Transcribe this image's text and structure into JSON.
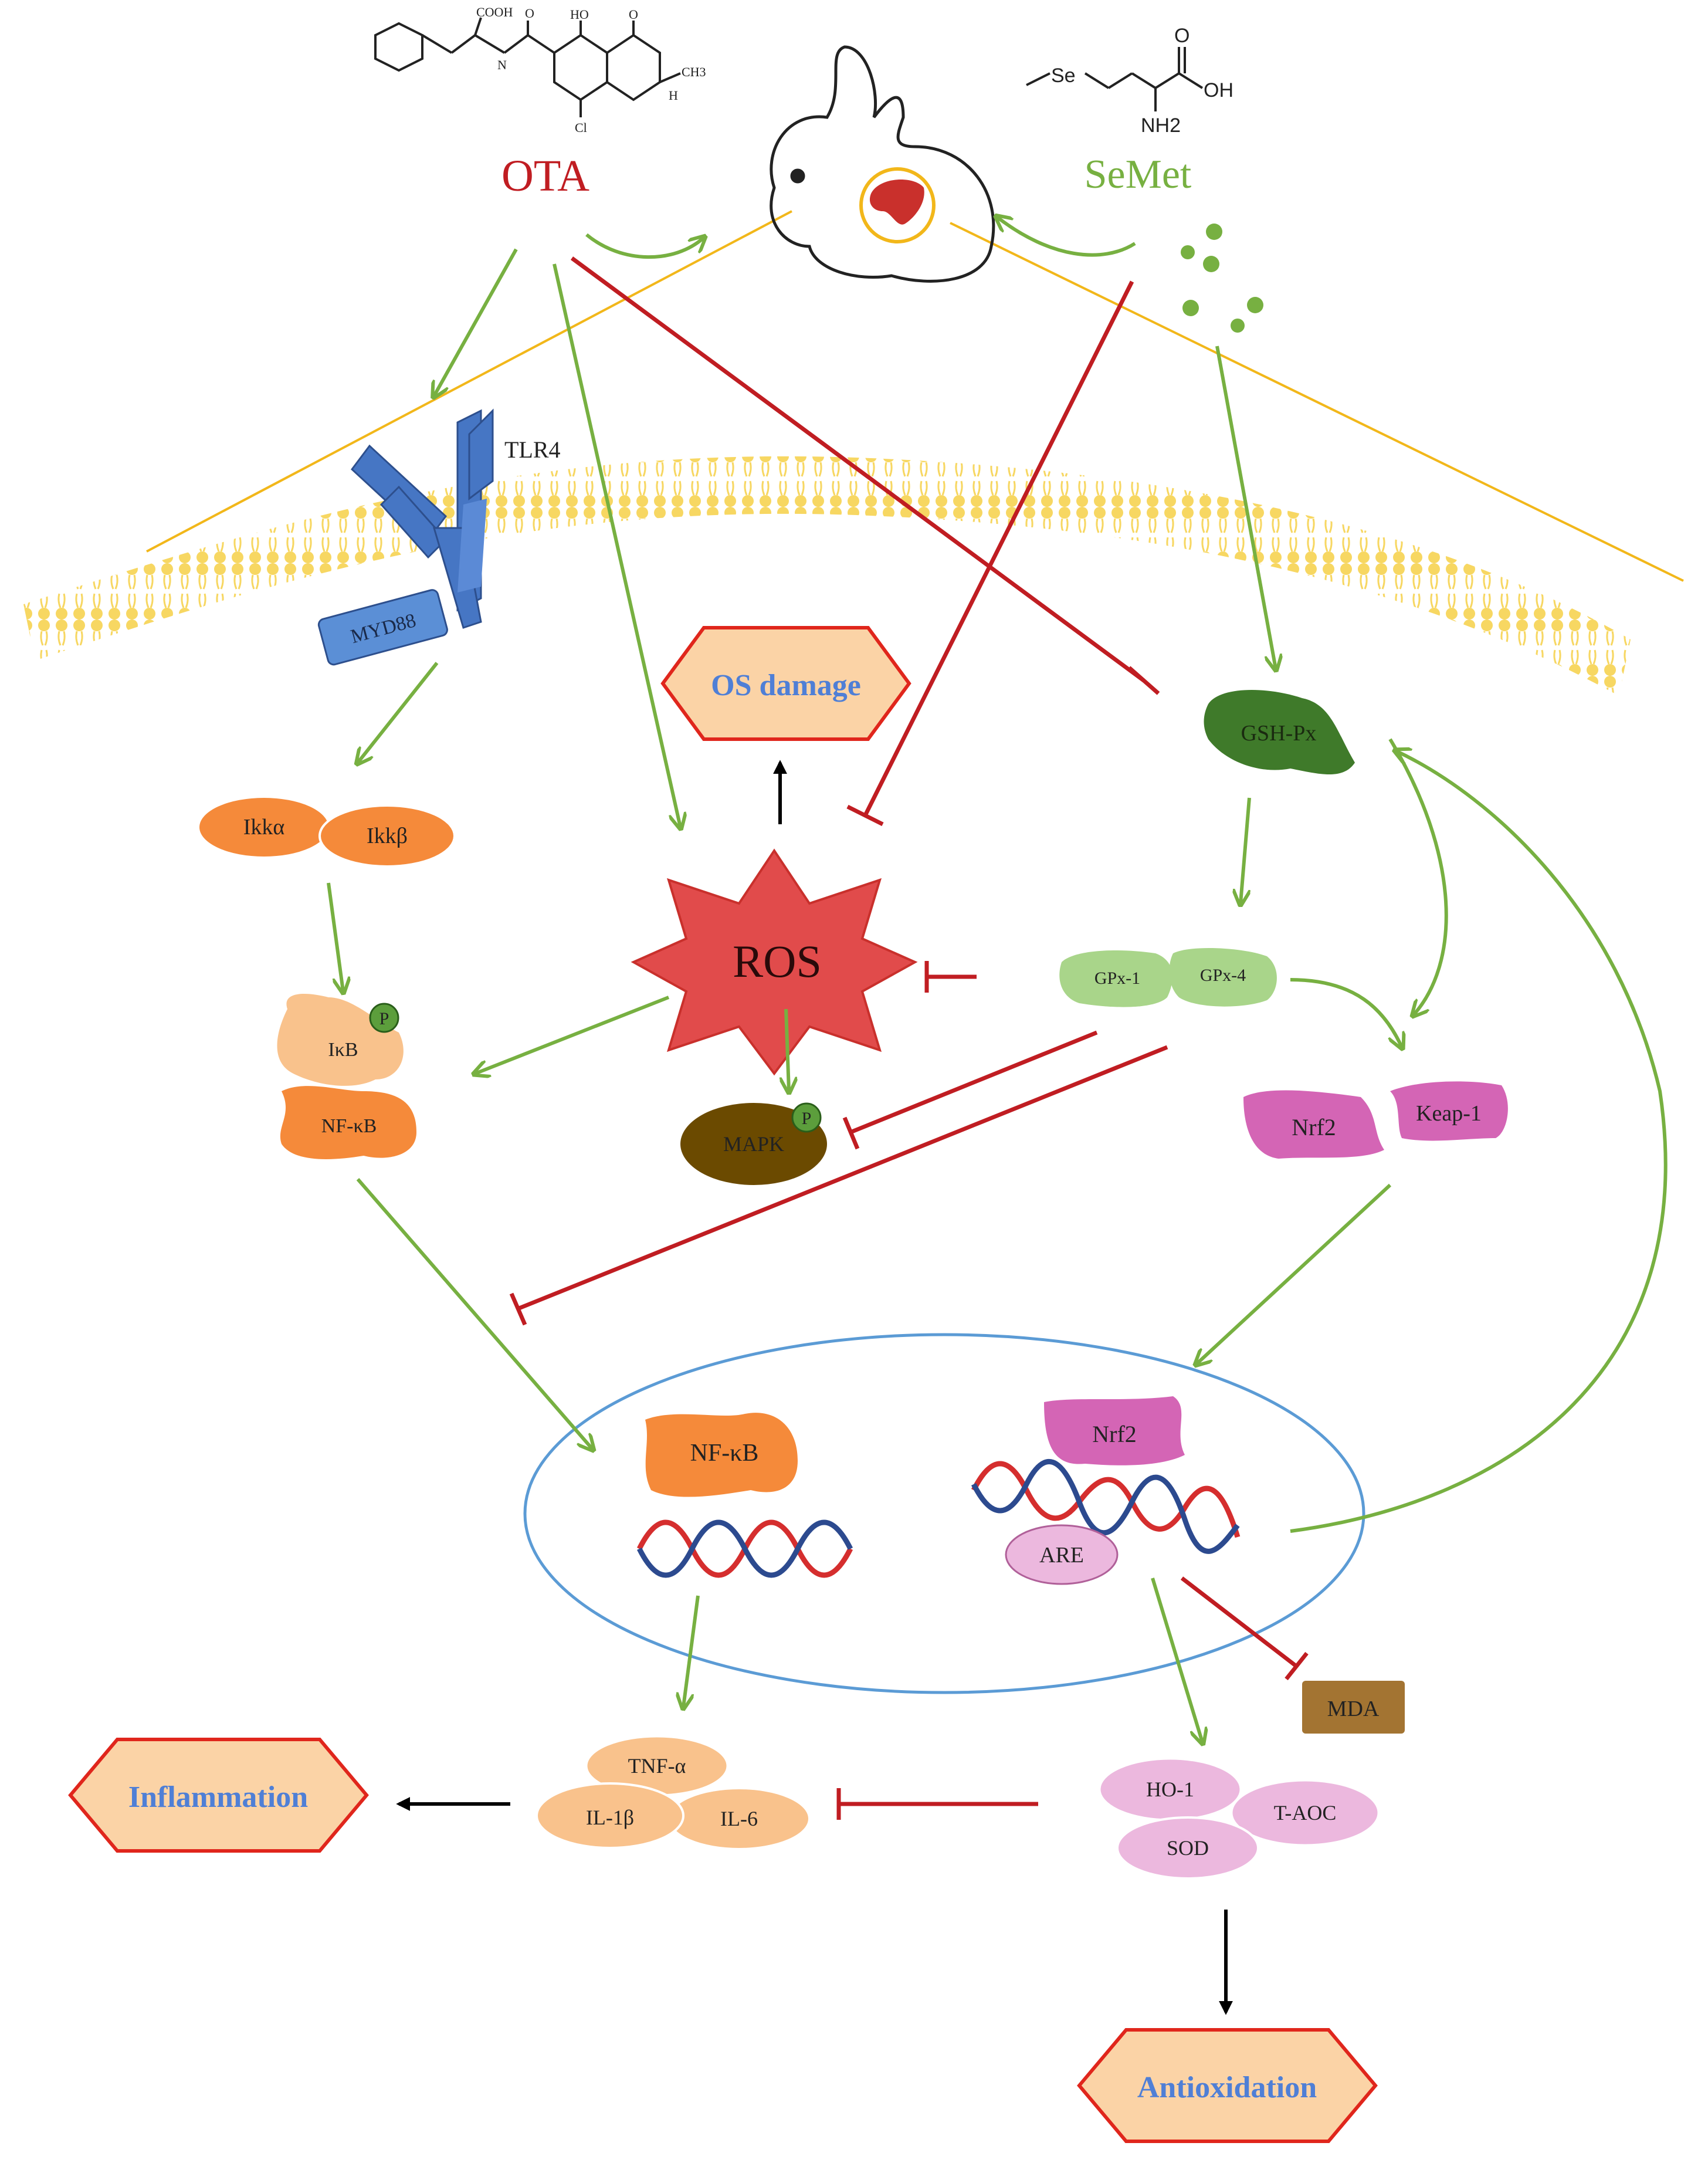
{
  "title": "",
  "colors": {
    "activate": "#77b041",
    "inhibit": "#c01d22",
    "membrane": "#f7d55a",
    "orange": "#f58a3a",
    "ros": "#e14b4b",
    "pink": "#d465b5",
    "light_pink": "#ecb8de",
    "peach": "#f9c28c",
    "gsh": "#3f7a2a",
    "gpx": "#a9d58a",
    "mapk": "#6b4a00",
    "mda": "#a37432",
    "tlr4": "#4676c4",
    "outcome_fill": "#fbd3a6",
    "outcome_stroke": "#e0261c",
    "nucleus": "#5b9bd5",
    "dna_red": "#d52e2e",
    "dna_blue": "#2c4a8f"
  },
  "compounds": {
    "ota": {
      "label": "OTA",
      "color": "#c01d22"
    },
    "semet": {
      "label": "SeMet",
      "color": "#77b041"
    },
    "ota_structure": {
      "cooh": "COOH",
      "ho": "HO",
      "o": "O",
      "nh": "N",
      "h": "H",
      "ch3": "CH3",
      "cl": "Cl"
    },
    "semet_structure": {
      "se": "Se",
      "o": "O",
      "oh": "OH",
      "nh2": "NH2"
    }
  },
  "receptor": {
    "tlr4": "TLR4",
    "myd88": "MYD88"
  },
  "nodes": {
    "ikka": "Ikkα",
    "ikkb": "Ikkβ",
    "ikb": "IκB",
    "nfkb_cyto": "NF-κB",
    "p_ikb": "P",
    "ros": "ROS",
    "mapk": "MAPK",
    "p_mapk": "P",
    "gsh_px": "GSH-Px",
    "gpx1": "GPx-1",
    "gpx4": "GPx-4",
    "nrf2_cyto": "Nrf2",
    "keap1": "Keap-1",
    "nfkb_nuc": "NF-κB",
    "nrf2_nuc": "Nrf2",
    "are": "ARE",
    "mda": "MDA",
    "tnfa": "TNF-α",
    "il1b": "IL-1β",
    "il6": "IL-6",
    "ho1": "HO-1",
    "t_aoc": "T-AOC",
    "sod": "SOD"
  },
  "outcomes": {
    "os_damage": "OS damage",
    "inflammation": "Inflammation",
    "antioxidation": "Antioxidation"
  },
  "edges": [
    {
      "from": "OTA",
      "to": "TLR4",
      "type": "activate"
    },
    {
      "from": "OTA",
      "to": "ROS",
      "type": "activate"
    },
    {
      "from": "OTA",
      "to": "GSH-Px",
      "type": "inhibit"
    },
    {
      "from": "SeMet",
      "to": "ROS",
      "type": "inhibit"
    },
    {
      "from": "SeMet",
      "to": "GSH-Px",
      "type": "activate"
    },
    {
      "from": "MYD88",
      "to": "Ikkα/Ikkβ",
      "type": "activate"
    },
    {
      "from": "Ikkα/Ikkβ",
      "to": "IκB",
      "type": "activate"
    },
    {
      "from": "ROS",
      "to": "IκB/NF-κB",
      "type": "activate"
    },
    {
      "from": "ROS",
      "to": "MAPK",
      "type": "activate"
    },
    {
      "from": "ROS",
      "to": "OS damage",
      "type": "leads_to"
    },
    {
      "from": "GSH-Px",
      "to": "GPx-1/GPx-4",
      "type": "activate"
    },
    {
      "from": "GPx-1/GPx-4",
      "to": "ROS",
      "type": "inhibit"
    },
    {
      "from": "GPx-1/GPx-4",
      "to": "MAPK",
      "type": "inhibit"
    },
    {
      "from": "GPx-1/GPx-4",
      "to": "NF-κB nuclear",
      "type": "inhibit"
    },
    {
      "from": "GPx-1/GPx-4",
      "to": "Nrf2/Keap-1",
      "type": "activate"
    },
    {
      "from": "GSH-Px",
      "to": "Nrf2/Keap-1",
      "type": "activate"
    },
    {
      "from": "Nrf2/Keap-1",
      "to": "Nrf2 nuclear",
      "type": "activate"
    },
    {
      "from": "NF-κB cyto",
      "to": "NF-κB nuclear",
      "type": "activate"
    },
    {
      "from": "NF-κB DNA",
      "to": "TNF-α/IL-1β/IL-6",
      "type": "activate"
    },
    {
      "from": "TNF-α/IL-1β/IL-6",
      "to": "Inflammation",
      "type": "leads_to"
    },
    {
      "from": "ARE",
      "to": "HO-1/T-AOC/SOD",
      "type": "activate"
    },
    {
      "from": "ARE",
      "to": "MDA",
      "type": "inhibit"
    },
    {
      "from": "ARE",
      "to": "GSH-Px",
      "type": "activate"
    },
    {
      "from": "HO-1/T-AOC/SOD",
      "to": "TNF-α/IL-1β/IL-6",
      "type": "inhibit"
    },
    {
      "from": "HO-1/T-AOC/SOD",
      "to": "Antioxidation",
      "type": "leads_to"
    }
  ]
}
